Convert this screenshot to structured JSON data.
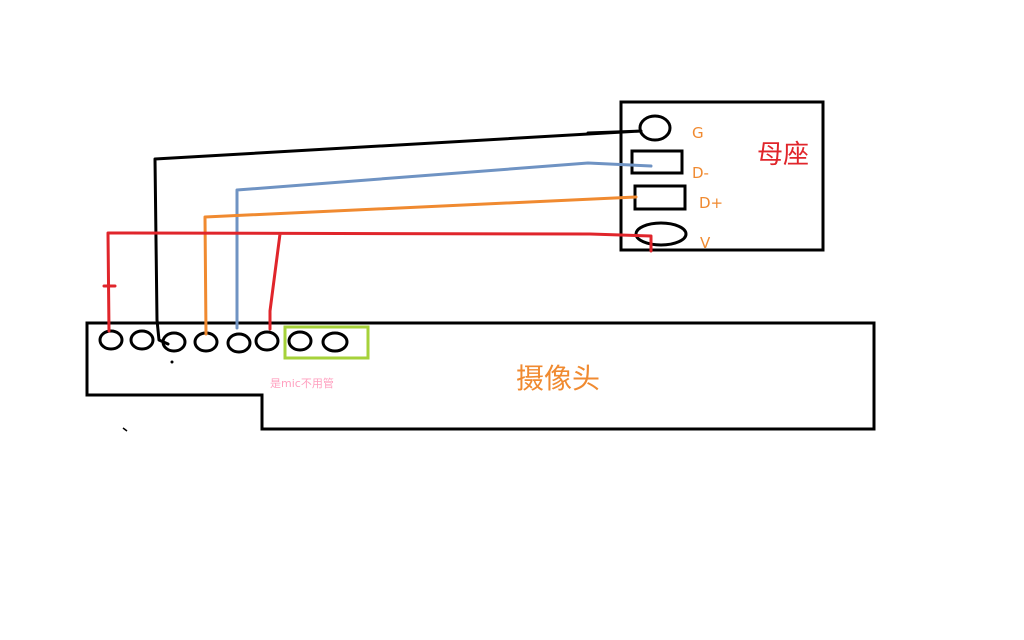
{
  "socket": {
    "title": "母座",
    "pins": {
      "g": "G",
      "dminus": "D-",
      "dplus": "D+",
      "v": "V"
    }
  },
  "camera": {
    "title": "摄像头",
    "mic_note": "是mic不用管"
  },
  "colors": {
    "outline": "#000000",
    "ground_wire": "#000000",
    "dminus_wire": "#6f93c3",
    "dplus_wire": "#f08a30",
    "power_wire": "#e0252b",
    "pin_label": "#f08a30",
    "socket_title": "#e0252b",
    "camera_title": "#f08a30",
    "mic_box": "#a6d23a",
    "mic_note": "#ff9fbf"
  }
}
